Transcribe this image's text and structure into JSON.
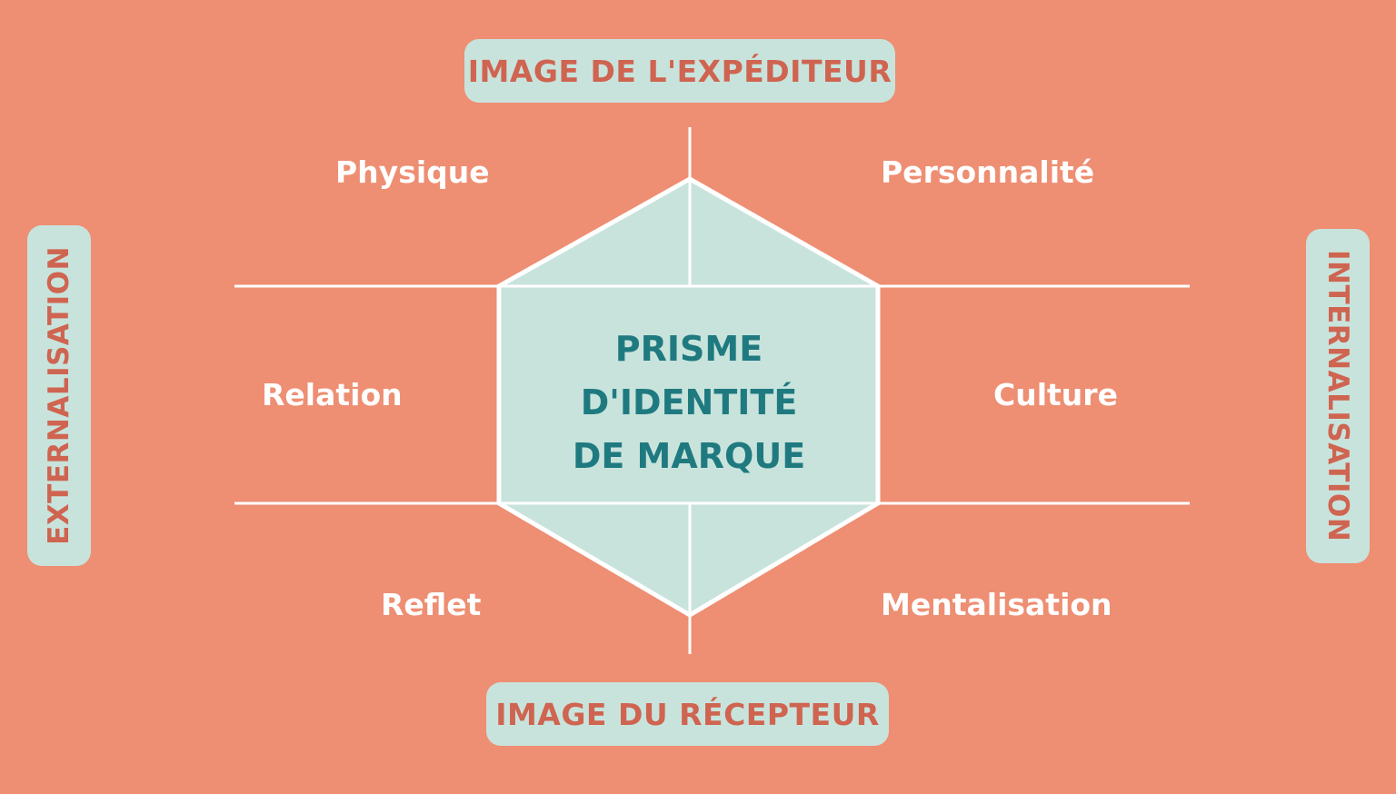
{
  "colors": {
    "background": "#EE8E72",
    "pill_fill": "#C8E3DC",
    "pill_text": "#CF6450",
    "hexagon_fill": "#C8E3DC",
    "center_text": "#1F7A80",
    "lines": "#FFFFFF",
    "facet_text": "#FFFFFF"
  },
  "axes": {
    "top": "IMAGE DE L'EXPÉDITEUR",
    "bottom": "IMAGE DU RÉCEPTEUR",
    "left": "EXTERNALISATION",
    "right": "INTERNALISATION"
  },
  "center": {
    "line1": "PRISME",
    "line2": "D'IDENTITÉ",
    "line3": "DE MARQUE"
  },
  "facets": {
    "top_left": "Physique",
    "top_right": "Personnalité",
    "middle_left": "Relation",
    "middle_right": "Culture",
    "bottom_left": "Reflet",
    "bottom_right": "Mentalisation"
  }
}
